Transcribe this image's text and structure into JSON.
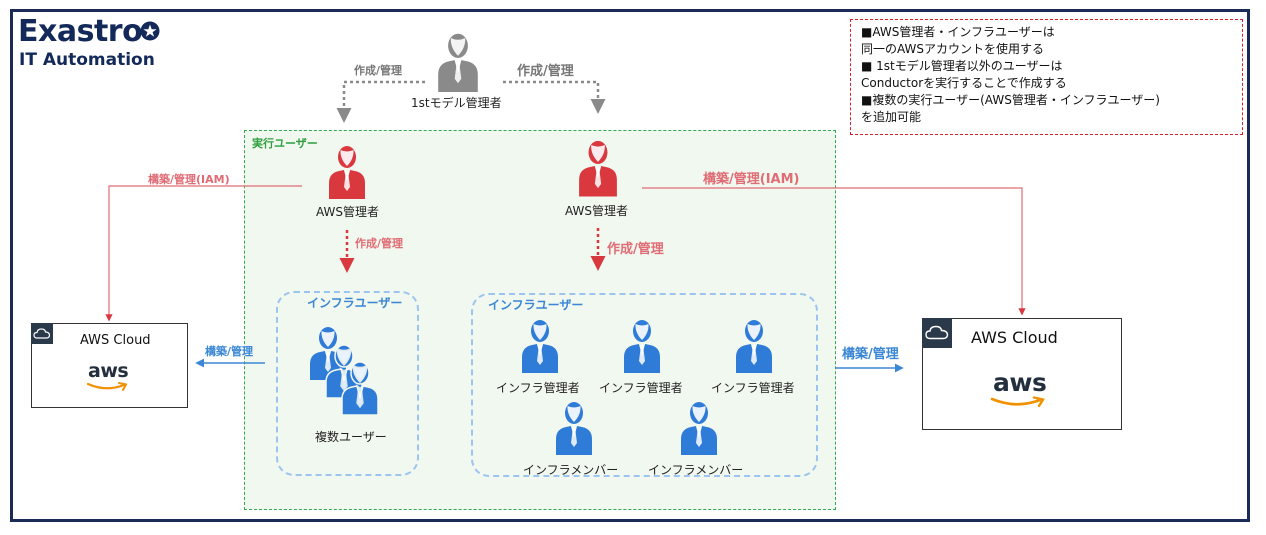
{
  "logo": {
    "line1": "Exastro",
    "line2": "IT Automation"
  },
  "admin_1st": {
    "label": "1stモデル管理者"
  },
  "arrows": {
    "grey_left": "作成/管理",
    "grey_right": "作成/管理",
    "red_left_iam": "構築/管理(IAM)",
    "red_right_iam": "構築/管理(IAM)",
    "red_left_down": "作成/管理",
    "red_right_down": "作成/管理",
    "blue_left": "構築/管理",
    "blue_right": "構築/管理"
  },
  "exec_group": {
    "title": "実行ユーザー"
  },
  "aws_admin_left": {
    "label": "AWS管理者"
  },
  "aws_admin_right": {
    "label": "AWS管理者"
  },
  "infra_left": {
    "title": "インフラユーザー",
    "member_label": "複数ユーザー"
  },
  "infra_right": {
    "title": "インフラユーザー",
    "members": [
      "インフラ管理者",
      "インフラ管理者",
      "インフラ管理者",
      "インフラメンバー",
      "インフラメンバー"
    ]
  },
  "cloud_left": {
    "title": "AWS Cloud",
    "logo": "aws"
  },
  "cloud_right": {
    "title": "AWS Cloud",
    "logo": "aws"
  },
  "note": {
    "lines": [
      "■AWS管理者・インフラユーザーは",
      "同一のAWSアカウントを使用する",
      "■ 1stモデル管理者以外のユーザーは",
      "Conductorを実行することで作成する",
      "■複数の実行ユーザー(AWS管理者・インフラユーザー)",
      "を追加可能"
    ]
  },
  "colors": {
    "navy": "#1b2b55",
    "grey_person": "#8a8a8a",
    "red_person": "#d9383f",
    "blue_person": "#2f7bd8",
    "green_border": "#33a852",
    "red_line": "#e06c75",
    "blue_line": "#3b87d6"
  }
}
